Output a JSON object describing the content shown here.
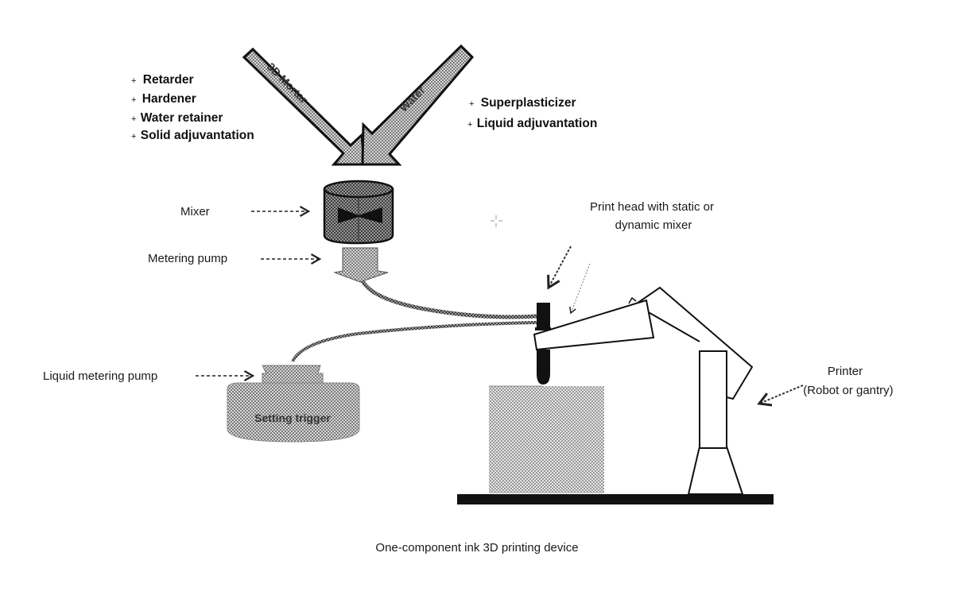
{
  "diagram": {
    "caption": "One-component ink 3D printing device",
    "inputs": {
      "left_arrow": "3D Mortar",
      "right_arrow": "Water"
    },
    "additives_left": [
      {
        "bullet": "+",
        "label": "Retarder"
      },
      {
        "bullet": "+",
        "label": "Hardener"
      },
      {
        "bullet": "+",
        "label": "Water retainer"
      },
      {
        "bullet": "+",
        "label": "Solid adjuvantation"
      }
    ],
    "additives_right": [
      {
        "bullet": "+",
        "label": "Superplasticizer"
      },
      {
        "bullet": "+",
        "label": "Liquid adjuvantation"
      }
    ],
    "labels": {
      "mixer": "Mixer",
      "metering_pump": "Metering pump",
      "liquid_metering_pump": "Liquid metering pump",
      "setting_trigger": "Setting trigger",
      "print_head_line1": "Print head with static or",
      "print_head_line2": "dynamic mixer",
      "printer_line1": "Printer",
      "printer_line2": "(Robot or gantry)"
    },
    "colors": {
      "stroke": "#111111",
      "hatch_dark": "#555555",
      "hatch_light": "#9a9a9a",
      "background": "#ffffff"
    }
  }
}
